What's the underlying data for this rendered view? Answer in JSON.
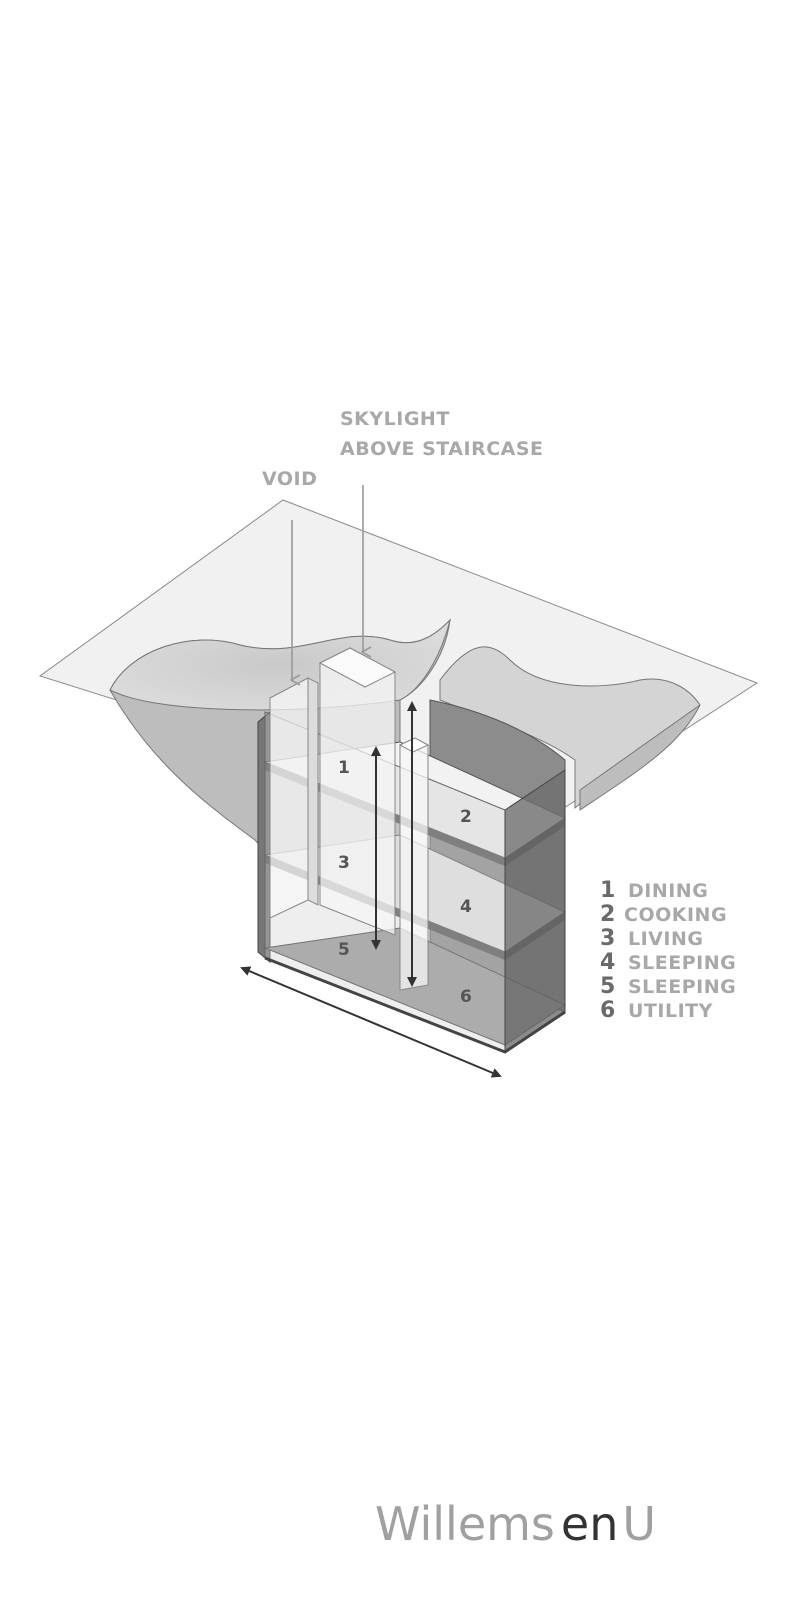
{
  "callouts": {
    "skylight_line1": "SKYLIGHT",
    "skylight_line2": "ABOVE STAIRCASE",
    "void": "VOID"
  },
  "rooms": [
    "1",
    "2",
    "3",
    "4",
    "5",
    "6"
  ],
  "legend": [
    {
      "num": "1",
      "label": "DINING"
    },
    {
      "num": "2",
      "label": "COOKING"
    },
    {
      "num": "3",
      "label": "LIVING"
    },
    {
      "num": "4",
      "label": "SLEEPING"
    },
    {
      "num": "5",
      "label": "SLEEPING"
    },
    {
      "num": "6",
      "label": "UTILITY"
    }
  ],
  "logo": {
    "part1": "Willems",
    "part2": "en",
    "part3": "U"
  }
}
